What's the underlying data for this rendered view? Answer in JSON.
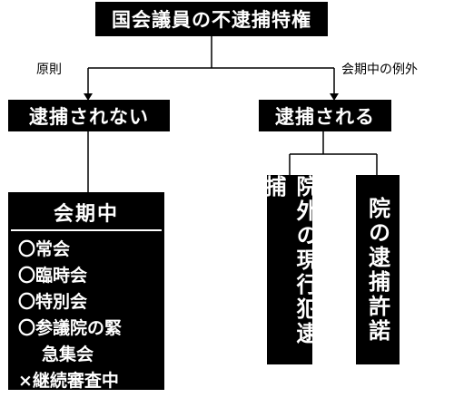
{
  "root": {
    "label": "国会議員の不逮捕特権"
  },
  "edges": {
    "left_label": "原則",
    "right_label": "会期中の例外"
  },
  "left_branch": {
    "label": "逮捕されない"
  },
  "right_branch": {
    "label": "逮捕される"
  },
  "session": {
    "title": "会期中",
    "items": [
      {
        "text": "〇常会"
      },
      {
        "text": "〇臨時会"
      },
      {
        "text": "〇特別会"
      },
      {
        "text": "〇参議院の緊"
      },
      {
        "text": "急集会"
      },
      {
        "text": "×継続審査中"
      }
    ]
  },
  "exceptions": [
    {
      "label": "院外の現行犯逮捕"
    },
    {
      "label": "院の逮捕許諾"
    }
  ],
  "colors": {
    "box": "#000000",
    "text": "#ffffff",
    "line": "#000000",
    "background": "#ffffff"
  }
}
